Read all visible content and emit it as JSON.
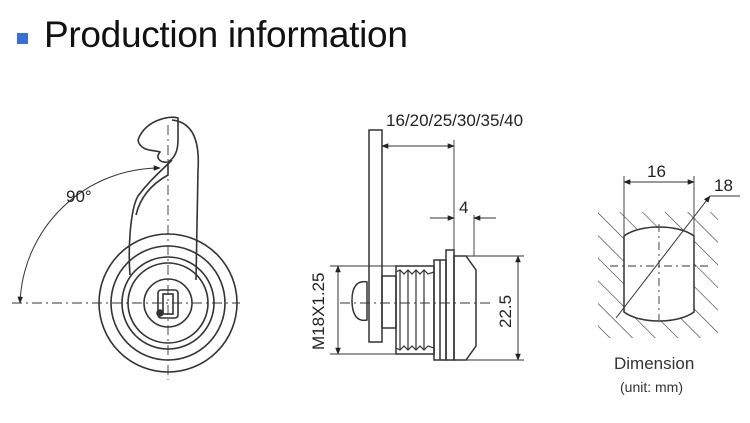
{
  "header": {
    "title": "Production information",
    "accent_color": "#3b6fd8"
  },
  "views": {
    "front": {
      "angle_label": "90°"
    },
    "side": {
      "length_label": "16/20/25/30/35/40",
      "offset_label": "4",
      "thread_label": "M18X1.25",
      "height_label": "22.5"
    },
    "cutout": {
      "width_label": "16",
      "diameter_label": "18",
      "caption": "Dimension",
      "unit": "(unit: mm)"
    }
  }
}
